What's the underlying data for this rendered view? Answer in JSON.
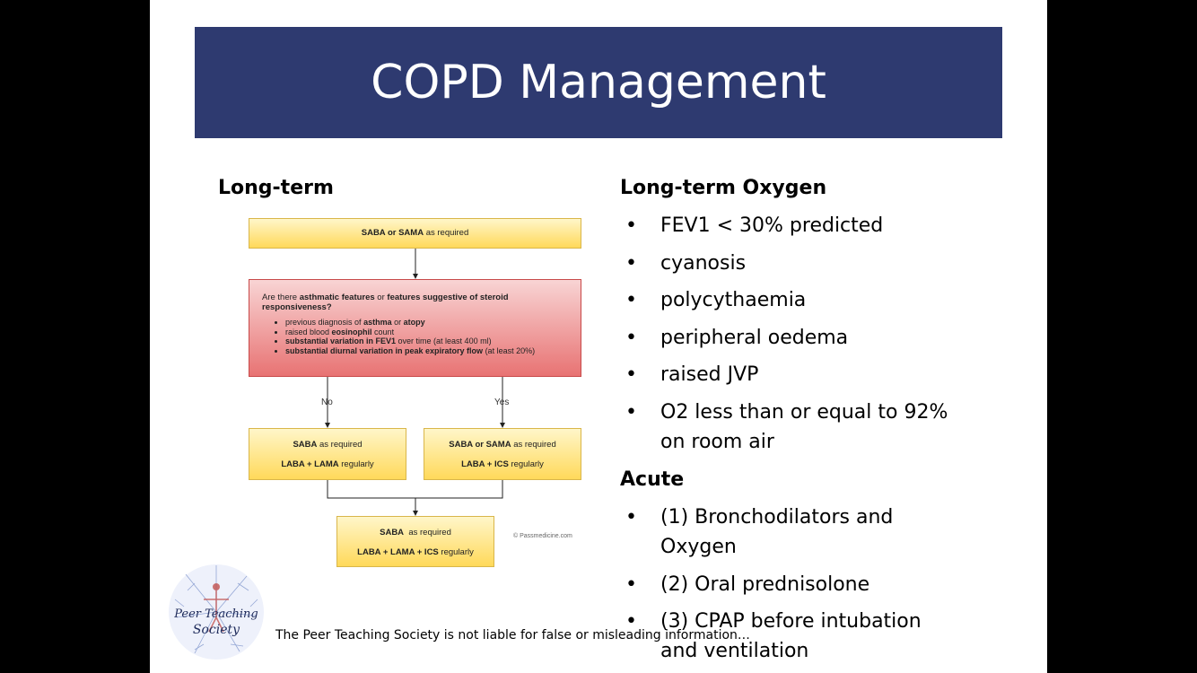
{
  "title": "COPD Management",
  "long_term": {
    "heading": "Long-term",
    "flow": {
      "top_box": {
        "bold": "SABA or SAMA",
        "text": " as required"
      },
      "question": {
        "pre": "Are there ",
        "bold1": "asthmatic features",
        "mid": " or ",
        "bold2": "features suggestive of steroid responsiveness?",
        "items": [
          {
            "pre": "previous diagnosis of ",
            "b1": "asthma",
            "mid": " or ",
            "b2": "atopy",
            "post": ""
          },
          {
            "pre": "raised blood ",
            "b1": "eosinophil",
            "mid": " count",
            "b2": "",
            "post": ""
          },
          {
            "pre": "",
            "b1": "substantial variation in FEV1",
            "mid": " over time (at least 400 ml)",
            "b2": "",
            "post": ""
          },
          {
            "pre": "",
            "b1": "substantial diurnal variation in peak expiratory flow",
            "mid": " (at least 20%)",
            "b2": "",
            "post": ""
          }
        ]
      },
      "no_label": "No",
      "yes_label": "Yes",
      "no_box": {
        "line1_bold": "SABA",
        "line1_text": " as required",
        "line2_bold": "LABA + LAMA",
        "line2_text": " regularly"
      },
      "yes_box": {
        "line1_bold": "SABA or SAMA",
        "line1_text": " as required",
        "line2_bold": "LABA + ICS",
        "line2_text": " regularly"
      },
      "final_box": {
        "line1_bold": "SABA",
        "line1_text": "  as required",
        "line2_bold": "LABA + LAMA + ICS",
        "line2_text": " regularly"
      },
      "credit": "© Passmedicine.com"
    }
  },
  "oxygen": {
    "heading": "Long-term Oxygen",
    "items": [
      "FEV1 < 30% predicted",
      "cyanosis",
      "polycythaemia",
      "peripheral oedema",
      "raised JVP",
      "O2 less than or equal to 92% on room air"
    ]
  },
  "acute": {
    "heading": "Acute",
    "items": [
      "(1) Bronchodilators and Oxygen",
      "(2) Oral prednisolone",
      "(3) CPAP before intubation and ventilation"
    ]
  },
  "bullet_glyph": "•",
  "footer": "The Peer Teaching Society is not liable for false or misleading information…",
  "logo_text": {
    "line1": "Peer Teaching",
    "line2": "Society"
  },
  "colors": {
    "title_bar": "#2e3a70",
    "yellow_box": "#ffd95a",
    "red_box": "#e87373"
  }
}
